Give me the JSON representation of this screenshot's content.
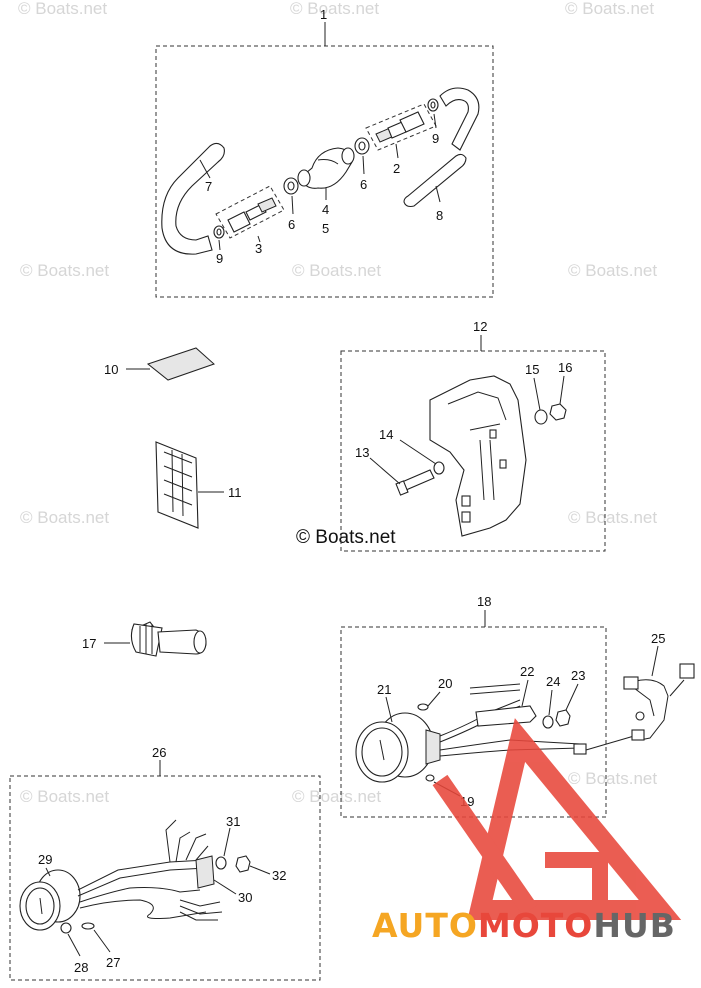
{
  "watermark": {
    "text": "© Boats.net",
    "center_text": "© Boats.net"
  },
  "brand": {
    "part1": "AUTO",
    "part2": "MOTO",
    "part3": "HUB",
    "color1": "#f5a623",
    "color2": "#e8473b",
    "color3": "#666666"
  },
  "callouts": {
    "c1": "1",
    "c2": "2",
    "c3": "3",
    "c4": "4",
    "c5": "5",
    "c6a": "6",
    "c6b": "6",
    "c7": "7",
    "c8": "8",
    "c9a": "9",
    "c9b": "9",
    "c10": "10",
    "c11": "11",
    "c12": "12",
    "c13": "13",
    "c14": "14",
    "c15": "15",
    "c16": "16",
    "c17": "17",
    "c18": "18",
    "c19": "19",
    "c20": "20",
    "c21": "21",
    "c22": "22",
    "c23": "23",
    "c24": "24",
    "c25": "25",
    "c26": "26",
    "c27": "27",
    "c28": "28",
    "c29": "29",
    "c30": "30",
    "c31": "31",
    "c32": "32"
  }
}
